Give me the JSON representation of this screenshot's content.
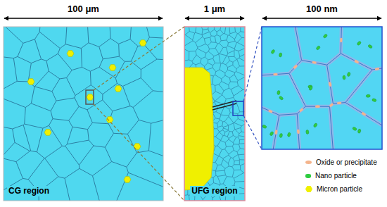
{
  "diagram": {
    "nodes": [
      {
        "text": [
          "CG region"
        ]
      },
      {
        "text": [
          "UFG region"
        ]
      }
    ],
    "labels": [
      "100 μm",
      "1 μm",
      "100 nm"
    ],
    "legend": [
      {
        "text": "Oxide or precipitate",
        "color": "#f4b48c"
      },
      {
        "text": "Nano particle",
        "color": "#2ecc40"
      },
      {
        "text": "Micron particle",
        "color": "#f0f000"
      }
    ]
  }
}
